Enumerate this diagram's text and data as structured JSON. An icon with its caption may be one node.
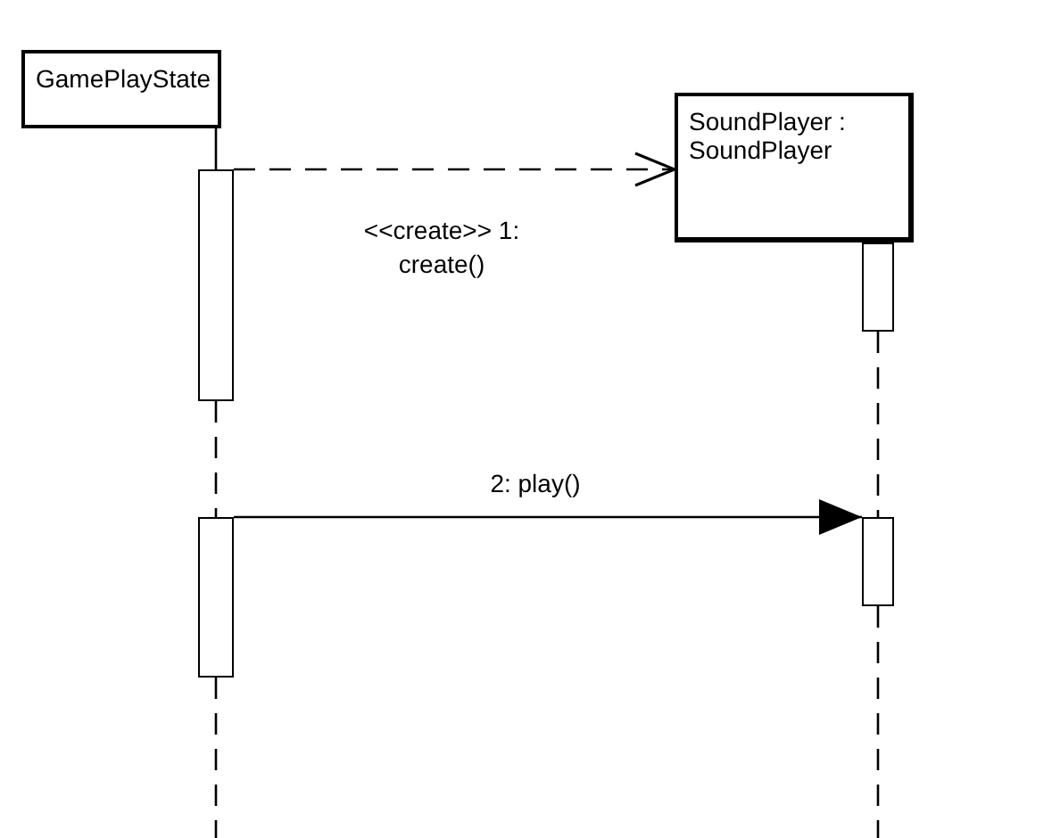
{
  "diagram": {
    "nodes": [
      {
        "text": [
          "GamePlayState"
        ]
      },
      {
        "text": [
          "SoundPlayer : SoundPlayer"
        ]
      },
      {
        "text": [],
        "shape": "bar"
      },
      {
        "text": [],
        "shape": "bar"
      },
      {
        "text": [],
        "shape": "bar"
      },
      {
        "text": [],
        "shape": "bar"
      }
    ],
    "edges": [
      {
        "from": 2,
        "to": 1,
        "arrow": "to",
        "style": "dashed",
        "label": "<<create>> 1: create()"
      },
      {
        "from": 4,
        "to": 5,
        "arrow": "to",
        "label": "2: play()"
      },
      {
        "from": 0,
        "to": 2,
        "arrow": "none"
      },
      {
        "from": 2,
        "to": 4,
        "arrow": "none",
        "style": "dashed"
      },
      {
        "from": 4,
        "to": null,
        "arrow": "none",
        "style": "dashed"
      },
      {
        "from": 3,
        "to": 5,
        "arrow": "none",
        "style": "dashed"
      },
      {
        "from": 5,
        "to": null,
        "arrow": "none",
        "style": "dashed"
      }
    ]
  }
}
